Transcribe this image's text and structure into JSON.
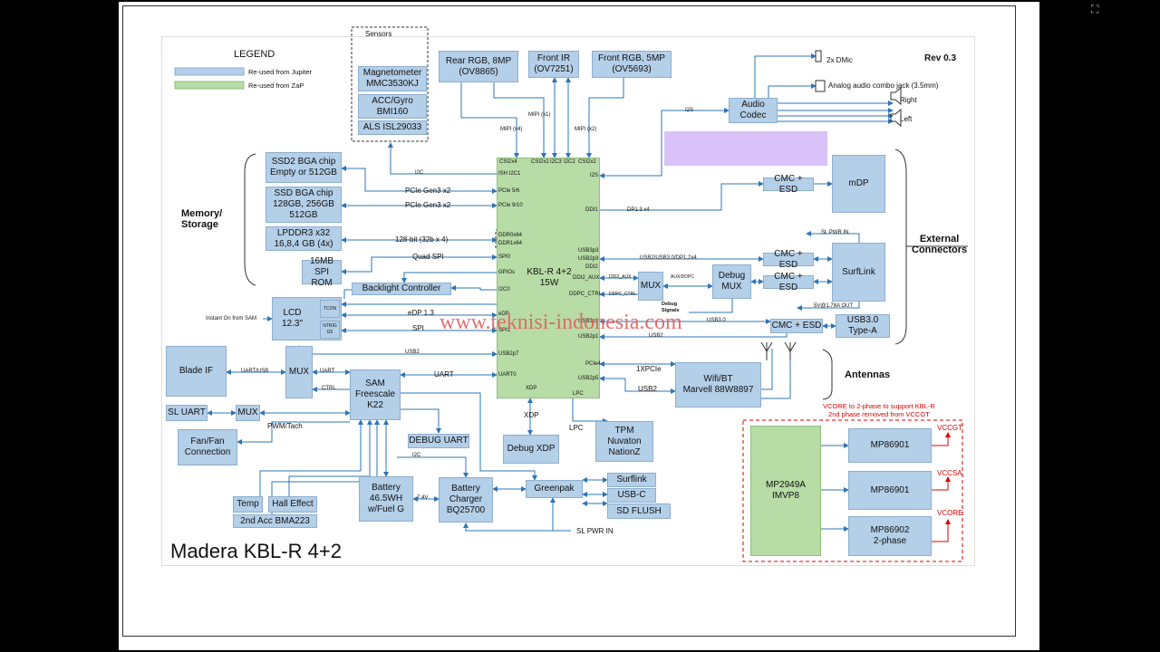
{
  "title": "Madera KBL-R 4+2",
  "revision": "Rev 0.3",
  "watermark": "www.teknisi-indonesia.com",
  "legend": {
    "heading": "LEGEND",
    "items": [
      {
        "label": "Re-used from Jupiter",
        "color": "#b4cfe8"
      },
      {
        "label": "Re-used from ZaP",
        "color": "#b7dca6"
      }
    ]
  },
  "sensors": {
    "heading": "Sensors",
    "items": [
      "Magnetometer\nMMC3530KJ",
      "ACC/Gyro\nBMI160",
      "ALS ISL29033"
    ]
  },
  "groups": {
    "memory_storage": "Memory/\nStorage",
    "external_connectors": "External\nConnectors",
    "antennas": "Antennas"
  },
  "blocks": {
    "soc": "KBL-R 4+2\n15W",
    "rear_rgb": "Rear RGB, 8MP\n(OV8865)",
    "front_ir": "Front IR\n(OV7251)",
    "front_rgb": "Front RGB, 5MP\n(OV5693)",
    "audio_codec": "Audio\nCodec",
    "ssd2": "SSD2 BGA chip\nEmpty or 512GB",
    "ssd": "SSD BGA chip\n128GB, 256GB\n512GB",
    "lpddr3": "LPDDR3 x32\n16,8,4 GB (4x)",
    "spi_rom": "16MB\nSPI ROM",
    "backlight": "Backlight Controller",
    "lcd": "LCD\n12.3\"",
    "tcon": "TCON",
    "ntrig": "NTRIG\nG5",
    "blade_if": "Blade IF",
    "mux_blade": "MUX",
    "sam": "SAM\nFreescale\nK22",
    "sl_uart": "SL UART",
    "mux_uart": "MUX",
    "fan": "Fan/Fan\nConnection",
    "debug_uart": "DEBUG UART",
    "temp": "Temp",
    "hall": "Hall Effect",
    "acc": "2nd Acc BMA223",
    "battery": "Battery\n46.5WH\nw/Fuel G",
    "charger": "Battery\nCharger\nBQ25700",
    "greenpak": "Greenpak",
    "surflink_small": "Surflink",
    "usb_c": "USB-C",
    "sd_flush": "SD FLUSH",
    "debug_xdp": "Debug XDP",
    "tpm": "TPM\nNuvaton\nNationZ",
    "mux_ddi": "MUX",
    "debug_mux": "Debug\nMUX",
    "cmc_mdp": "CMC + ESD",
    "mdp": "mDP",
    "cmc_sl1": "CMC + ESD",
    "cmc_sl2": "CMC + ESD",
    "surflink": "SurfLink",
    "cmc_usb": "CMC + ESD",
    "usb3": "USB3.0\nType-A",
    "wifi": "Wifi/BT\nMarvell 88W8897",
    "imvp8": "MP2949A\nIMVP8",
    "mp86901_a": "MP86901",
    "mp86901_b": "MP86901",
    "mp86902": "MP86902\n2-phase"
  },
  "audio_outputs": [
    "2x DMic",
    "Analog audio combo jack (3.5mm)",
    "Right",
    "Left"
  ],
  "soc_pins": {
    "csi2x4": "CSI2x4",
    "csi2x1": "CSI2x1",
    "i2c3": "I2C3",
    "i2c2": "I2C2",
    "csi2x2": "CSI2x2",
    "ish_i2c1": "ISH I2C1",
    "i2s": "I2S",
    "pcie56": "PCIe 5/6",
    "pcie910": "PCIe 9/10",
    "ddi1": "DDI1",
    "ddr0": "DDR0x64",
    "ddr1": "DDR1x64",
    "usb3p3": "USB3p3",
    "usb2p3": "USB2p3",
    "ddi2": "DDI2",
    "ddi2_aux": "DDI2_AUX",
    "spi0": "SPI0",
    "gpios": "GPIOs",
    "i2c0": "I2C0",
    "ddpc_ctrl": "DDPC_CTRL",
    "edp": "eDP",
    "spi1": "SPI1",
    "usb3p1": "USB3p1",
    "usb2p1": "USB2p1",
    "usb2p7": "USB2p7",
    "pcie4": "PCIe4",
    "usb2p5": "USB2p5",
    "uart0": "UART0",
    "xdp": "XDP",
    "lpc": "LPC"
  },
  "signals": {
    "mipi_x4": "MIPI (x4)",
    "mipi_x1": "MIPI (x1)",
    "mipi_x2": "MIPI (x2)",
    "i2s": "I2S",
    "i2c_sensors": "I2C",
    "pcie_gen3_a": "PCIe Gen3 x2",
    "pcie_gen3_b": "PCIe Gen3 x2",
    "ddr_bus": "128-bit (32b x 4)",
    "quad_spi": "Quad SPI",
    "edp13": "eDP 1.3",
    "spi": "SPI",
    "instant_on": "Instant On from SAM",
    "usb2_blade": "USB2",
    "uart_usb": "UART/USB",
    "uart_mux": "UART",
    "ctrl": "CTRL",
    "uart_sam": "UART",
    "pwm_tach": "PWM/Tach",
    "i2c_batt": "I2C",
    "v74": "7.4V",
    "sl_pwr_in_bottom": "SL PWR IN",
    "xdp_sig": "XDP",
    "lpc_sig": "LPC",
    "dp13x4": "DP1.3 x4",
    "sl_pwr_in": "SL PWR IN",
    "usb_dp": "USB2/USB3.0/DP1.2x4",
    "ddi2_aux_sig": "DDI2_AUX",
    "aux_ddpc": "AUX/DDPC",
    "ddpc_ctrl_sig": "DDPC_CTRL",
    "debug_signals": "Debug\nSignals",
    "5v_out": "5V@1.78A OUT",
    "usb3_sig": "USB3.0",
    "usb2_sig": "USB2",
    "1xpcie": "1XPCIe",
    "usb2_wifi": "USB2"
  },
  "rails": {
    "note": "VCORE to 2-phase to support KBL-R\n2nd phase removed from VCCGT",
    "vccgt": "VCCGT",
    "vccsa": "VCCSA",
    "vcore": "VCORE"
  },
  "colors": {
    "reused_jupiter": "#b4cfe8",
    "reused_zap": "#b7dca6",
    "highlight": "#d9c2f7",
    "power_note": "#dd0000",
    "arrow": "#2e75b6"
  }
}
